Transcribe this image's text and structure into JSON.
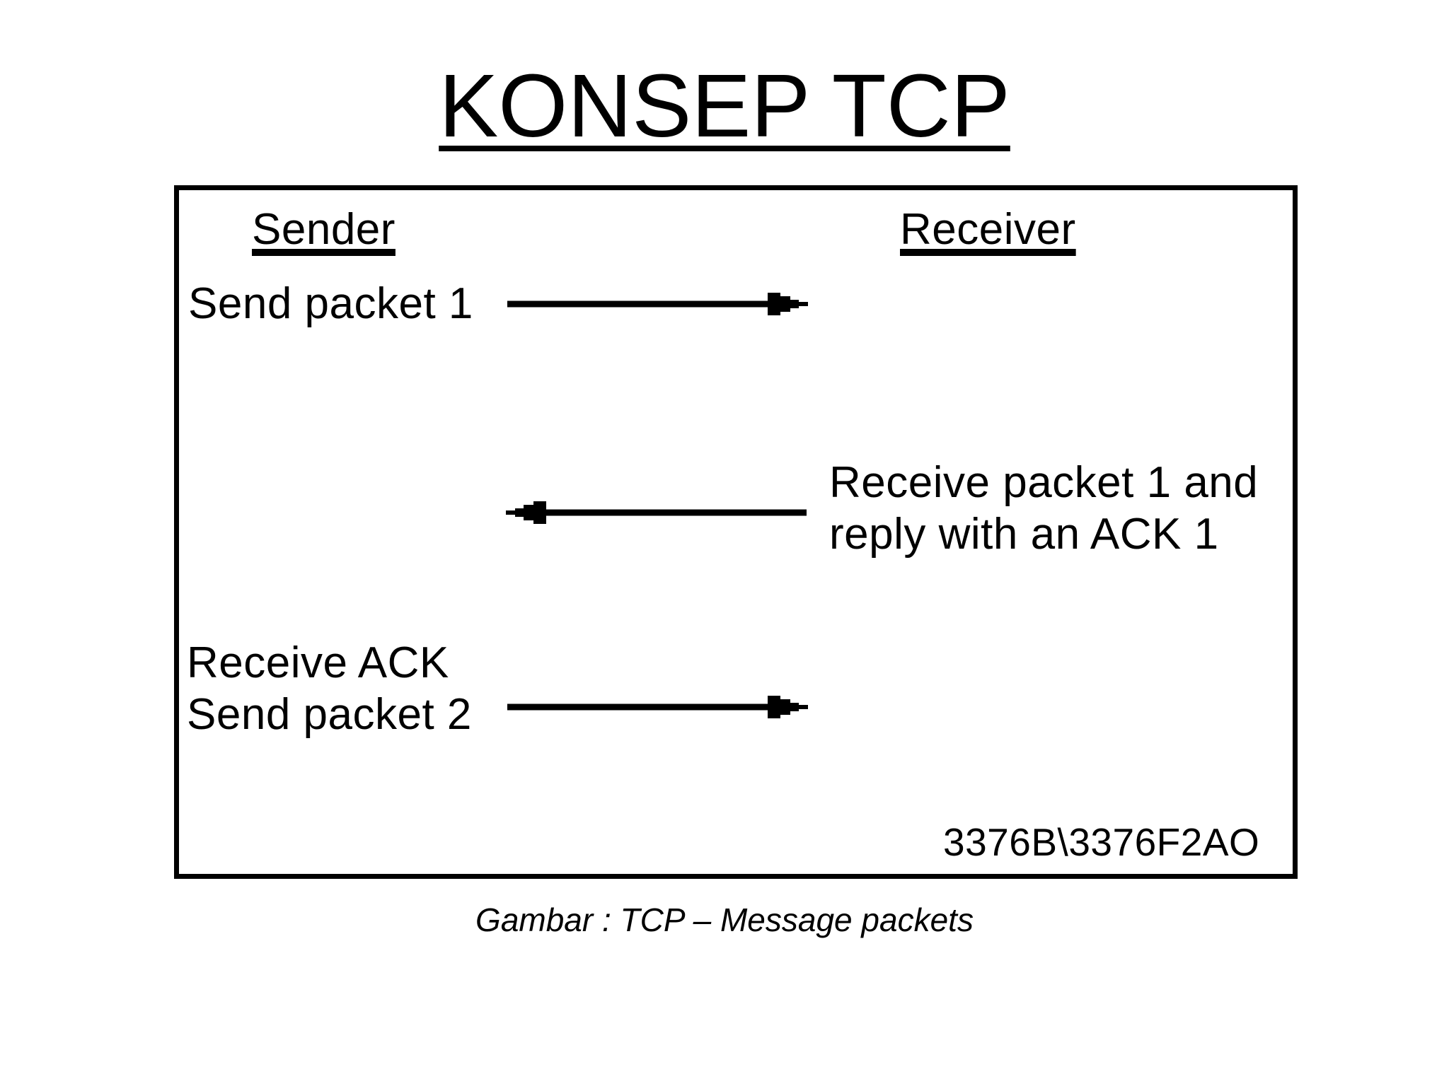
{
  "slide": {
    "title": "KONSEP TCP",
    "caption": "Gambar : TCP – Message packets",
    "background_color": "#ffffff",
    "ink_color": "#000000"
  },
  "diagram": {
    "sender_heading": "Sender",
    "receiver_heading": "Receiver",
    "send_packet_1_label": "Send packet 1",
    "receive_packet_1_line1": "Receive packet 1 and",
    "receive_packet_1_line2": "reply with an ACK 1",
    "receive_ack_line1": "Receive ACK",
    "receive_ack_line2": "Send packet 2",
    "figure_code": "3376B\\3376F2AO",
    "arrows": [
      {
        "id": "send-packet-1-arrow",
        "direction": "right"
      },
      {
        "id": "ack-1-arrow",
        "direction": "left"
      },
      {
        "id": "send-packet-2-arrow",
        "direction": "right"
      }
    ]
  }
}
